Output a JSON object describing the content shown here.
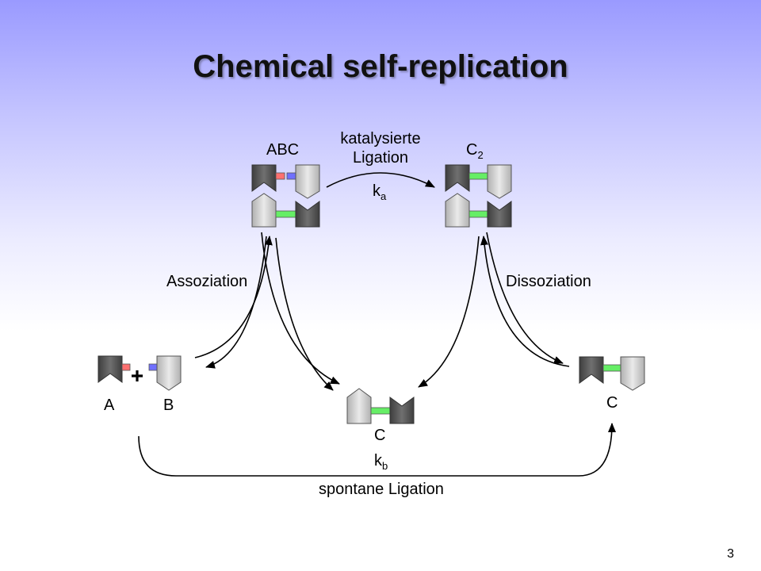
{
  "slide": {
    "title": "Chemical self-replication",
    "page_number": "3"
  },
  "labels": {
    "abc": "ABC",
    "c2_base": "C",
    "c2_sub": "2",
    "catalyzed_line1": "katalysierte",
    "catalyzed_line2": "Ligation",
    "ka_base": "k",
    "ka_sub": "a",
    "association": "Assoziation",
    "dissociation": "Dissoziation",
    "a": "A",
    "b": "B",
    "c_bottom": "C",
    "c_right": "C",
    "kb_base": "k",
    "kb_sub": "b",
    "spontaneous": "spontane Ligation"
  },
  "colors": {
    "dark_block": "#555555",
    "light_block": "#c8c8c8",
    "red_tag": "#ff7070",
    "blue_tag": "#7070ff",
    "green_link": "#66ee66"
  }
}
